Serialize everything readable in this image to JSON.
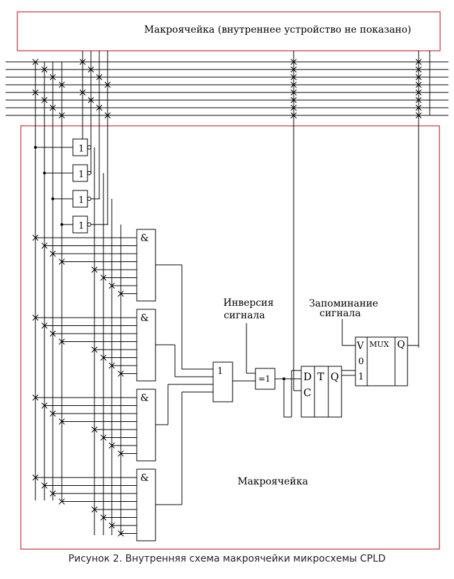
{
  "top_box": {
    "label": "Макроячейка  (внутреннее устройство не показано)"
  },
  "main_box": {
    "label": "Макроячейка"
  },
  "annotations": {
    "inversion": [
      "Инверсия",
      "сигнала"
    ],
    "storage": [
      "Запоминание",
      "сигнала"
    ]
  },
  "gates": {
    "not_label": "1",
    "and_label": "&",
    "or_label": "1",
    "xor_label": "=1"
  },
  "trigger": {
    "d": "D",
    "t": "T",
    "c": "C",
    "q": "Q"
  },
  "mux": {
    "v": "V",
    "in0": "0",
    "in1": "1",
    "title": "MUX",
    "q": "Q"
  },
  "caption": "Рисунок 2. Внутренняя схема макроячейки микросхемы CPLD",
  "colors": {
    "border": "#c0303c",
    "line": "#000000",
    "text": "#000000"
  }
}
